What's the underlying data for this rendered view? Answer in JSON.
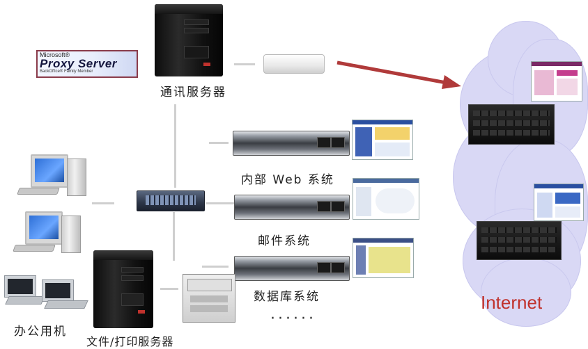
{
  "logo": {
    "microsoft": "Microsoft®",
    "product": "Proxy Server",
    "family": "BackOffice® Family Member"
  },
  "labels": {
    "comm_server": "通讯服务器",
    "intranet_web": "内部 Web 系统",
    "mail": "邮件系统",
    "database": "数据库系统",
    "office_pcs": "办公用机",
    "file_print_server": "文件/打印服务器",
    "ellipsis": "······",
    "internet": "Internet"
  },
  "colors": {
    "internet_text": "#c0312c",
    "arrow": "#b03a3a",
    "cloud": "#d9d8f5"
  }
}
